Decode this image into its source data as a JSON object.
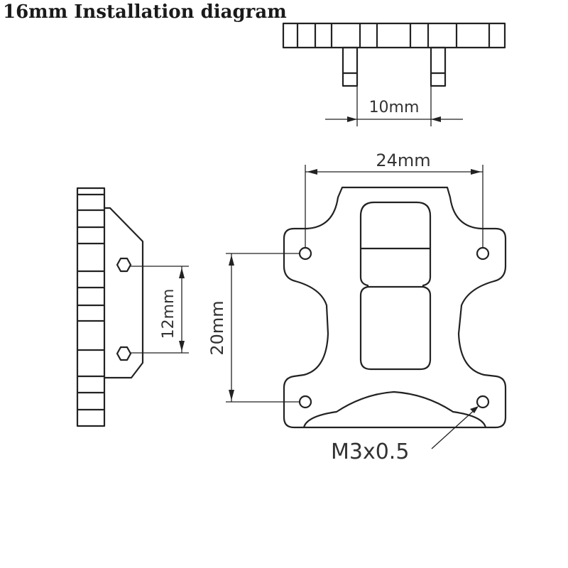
{
  "title": "16mm Installation diagram",
  "dimensions": {
    "top_spacing": "10mm",
    "plate_width": "24mm",
    "hole_vertical": "20mm",
    "side_spacing": "12mm",
    "thread": "M3x0.5"
  },
  "colors": {
    "line": "#222222",
    "text": "#333333",
    "background": "#ffffff"
  }
}
